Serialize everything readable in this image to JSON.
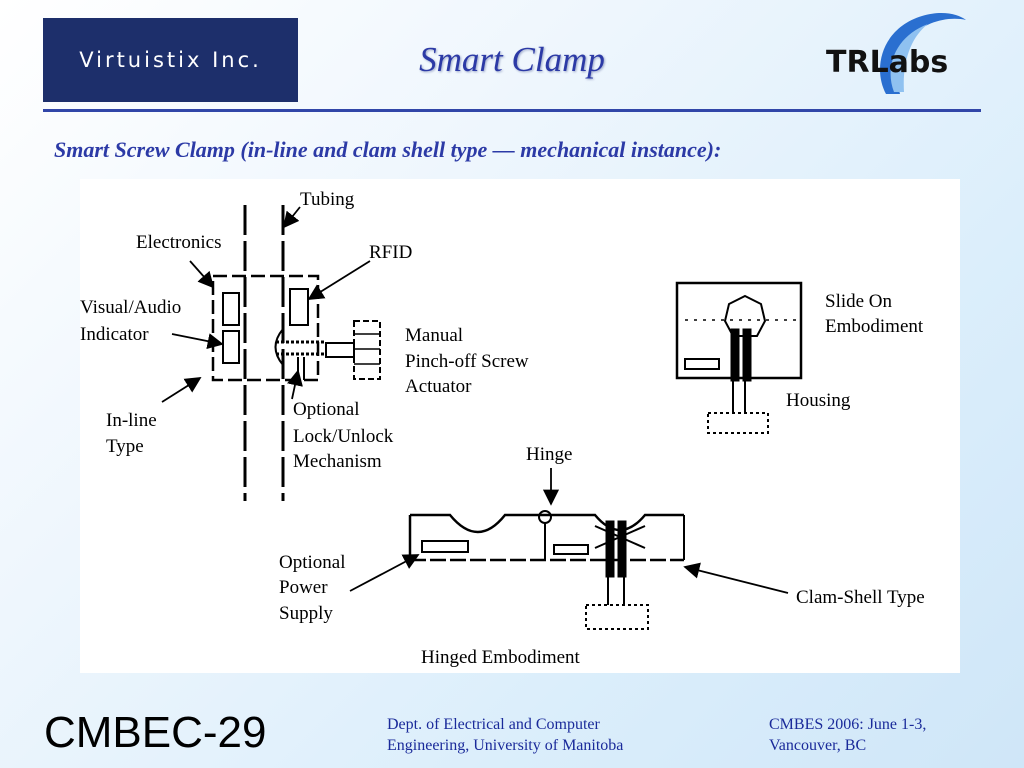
{
  "header": {
    "logo_left_text": "Virtuistix Inc.",
    "title": "Smart Clamp",
    "logo_right_text": "TRLabs"
  },
  "subtitle": "Smart Screw Clamp (in-line and clam shell type — mechanical instance):",
  "diagram": {
    "labels": {
      "tubing": "Tubing",
      "electronics": "Electronics",
      "rfid": "RFID",
      "visual_audio_1": "Visual/Audio",
      "visual_audio_2": "Indicator",
      "manual_1": "Manual",
      "manual_2": "Pinch-off Screw",
      "manual_3": "Actuator",
      "inline_1": "In-line",
      "inline_2": "Type",
      "lock_1": "Optional",
      "lock_2": "Lock/Unlock",
      "lock_3": "Mechanism",
      "slide_1": "Slide On",
      "slide_2": "Embodiment",
      "housing": "Housing",
      "hinge": "Hinge",
      "power_1": "Optional",
      "power_2": "Power",
      "power_3": "Supply",
      "clamshell": "Clam-Shell Type",
      "hinged": "Hinged Embodiment"
    }
  },
  "footer": {
    "code": "CMBEC-29",
    "dept_line1": "Dept. of Electrical and Computer",
    "dept_line2": "Engineering, University of Manitoba",
    "conf_line1": "CMBES 2006: June 1-3,",
    "conf_line2": "Vancouver, BC"
  },
  "colors": {
    "title_blue": "#2c3aa6",
    "logo_navy": "#1d2f6b",
    "footer_blue": "#1a2a9a"
  }
}
